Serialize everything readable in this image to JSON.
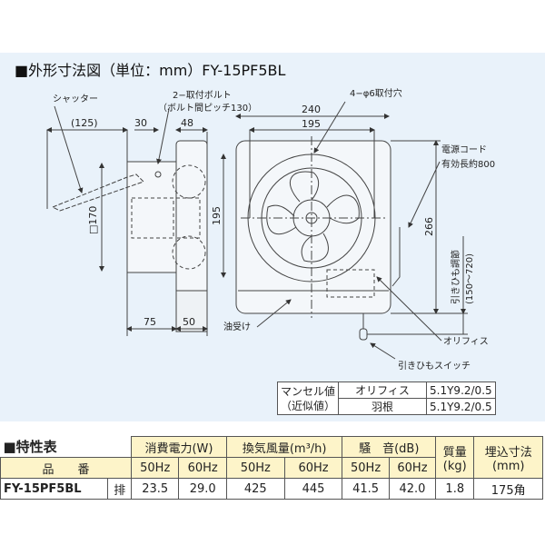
{
  "title": "■外形寸法図（単位：mm）FY-15PF5BL",
  "drawing": {
    "labels": {
      "shutter": "シャッター",
      "bolt": "2−取付ボルト",
      "bolt_pitch": "（ボルト間ピッチ130）",
      "holes": "4−φ6取付穴",
      "cord": "電源コード",
      "cord_length": "有効長約800",
      "oil_tray": "油受け",
      "orifice": "オリフィス",
      "pull_switch": "引きひもスイッチ",
      "pull_adjust": "引きひも調節",
      "pull_range": "(150〜720)"
    },
    "dims": {
      "d125": "(125)",
      "d30": "30",
      "d48": "48",
      "d170": "□170",
      "d75": "75",
      "d50": "50",
      "d240": "240",
      "d195w": "195",
      "d195h": "195",
      "d266": "266"
    }
  },
  "munsell": {
    "header": [
      "マンセル値",
      "（近似値）"
    ],
    "rows": [
      {
        "part": "オリフィス",
        "value": "5.1Y9.2/0.5"
      },
      {
        "part": "羽根",
        "value": "5.1Y9.2/0.5"
      }
    ]
  },
  "spec": {
    "title": "■特性表",
    "headers": {
      "power": "消費電力(W)",
      "airflow": "換気風量(m³/h)",
      "noise": "騒　音(dB)",
      "mass": "質量",
      "mass_unit": "(kg)",
      "embed": "埋込寸法",
      "embed_unit": "(mm)",
      "model": "品　　番",
      "hz50": "50Hz",
      "hz60": "60Hz"
    },
    "row": {
      "model": "FY-15PF5BL",
      "type": "排",
      "power50": "23.5",
      "power60": "29.0",
      "air50": "425",
      "air60": "445",
      "noise50": "41.5",
      "noise60": "42.0",
      "mass": "1.8",
      "embed": "175角"
    }
  }
}
